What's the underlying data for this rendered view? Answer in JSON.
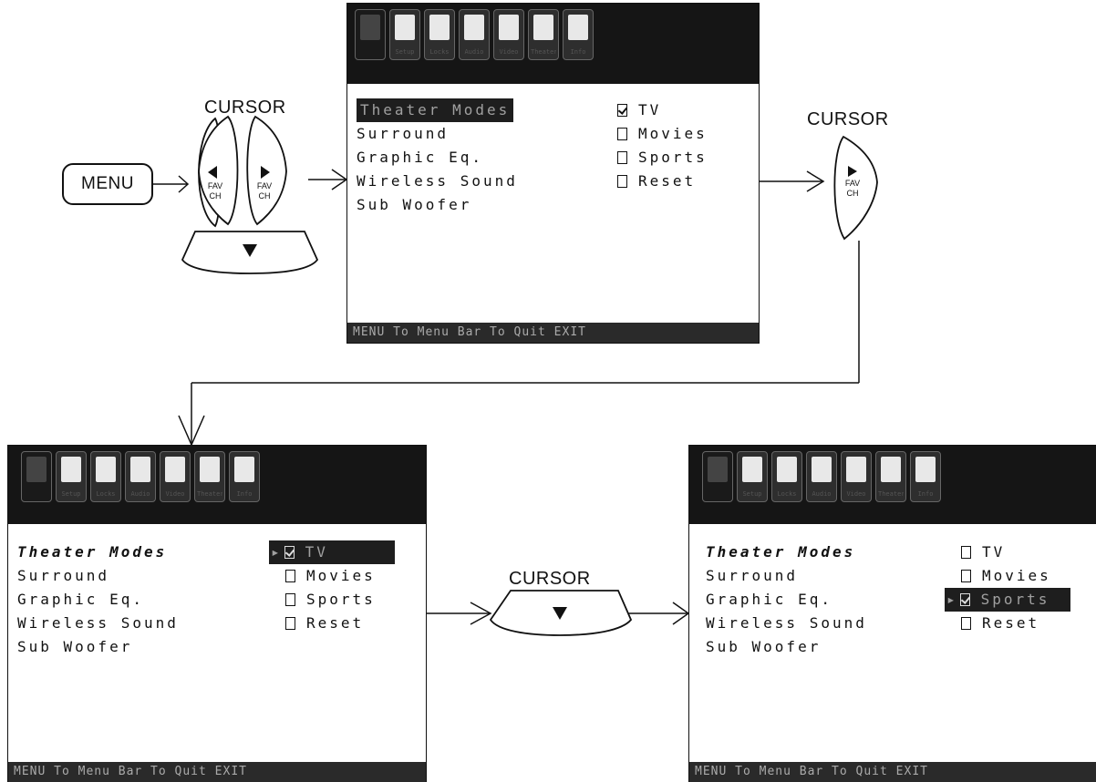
{
  "labels": {
    "cursor": "CURSOR",
    "menu_button": "MENU",
    "fav_ch": "FAV\nCH"
  },
  "icon_bar": {
    "captions": [
      "",
      "Setup",
      "Locks",
      "Audio",
      "Video",
      "Theater",
      "Info"
    ]
  },
  "screens": [
    {
      "menu_items": [
        "Theater Modes",
        "Surround",
        "Graphic Eq.",
        "Wireless Sound",
        "Sub Woofer"
      ],
      "options": [
        {
          "label": "TV",
          "checked": true,
          "selected": false
        },
        {
          "label": "Movies",
          "checked": false,
          "selected": false
        },
        {
          "label": "Sports",
          "checked": false,
          "selected": false
        },
        {
          "label": "Reset",
          "checked": false,
          "selected": false
        }
      ],
      "status": "MENU To Menu Bar  To Quit EXIT"
    },
    {
      "menu_items": [
        "Theater Modes",
        "Surround",
        "Graphic Eq.",
        "Wireless Sound",
        "Sub Woofer"
      ],
      "options": [
        {
          "label": "TV",
          "checked": true,
          "selected": true
        },
        {
          "label": "Movies",
          "checked": false,
          "selected": false
        },
        {
          "label": "Sports",
          "checked": false,
          "selected": false
        },
        {
          "label": "Reset",
          "checked": false,
          "selected": false
        }
      ],
      "status": "MENU To Menu Bar  To Quit EXIT"
    },
    {
      "menu_items": [
        "Theater Modes",
        "Surround",
        "Graphic Eq.",
        "Wireless Sound",
        "Sub Woofer"
      ],
      "options": [
        {
          "label": "TV",
          "checked": false,
          "selected": false
        },
        {
          "label": "Movies",
          "checked": false,
          "selected": false
        },
        {
          "label": "Sports",
          "checked": true,
          "selected": true
        },
        {
          "label": "Reset",
          "checked": false,
          "selected": false
        }
      ],
      "status": "MENU To Menu Bar  To Quit EXIT"
    }
  ]
}
